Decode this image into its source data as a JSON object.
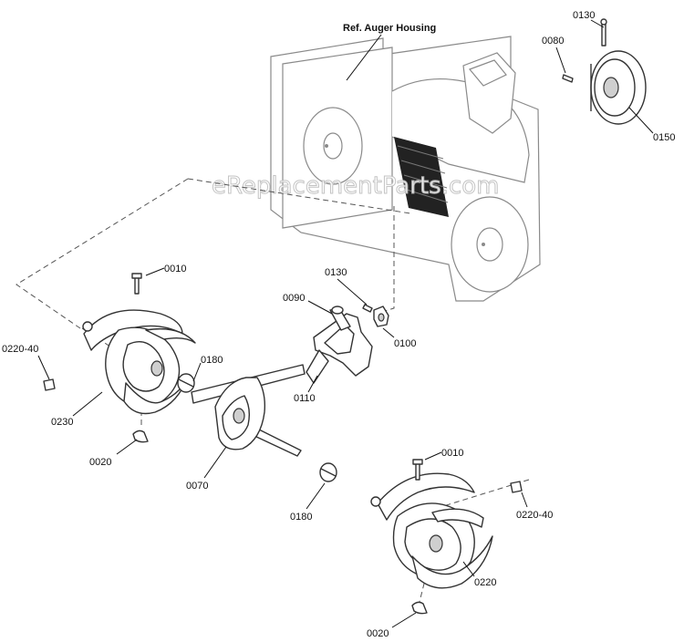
{
  "reference": {
    "label": "Ref. Auger Housing"
  },
  "watermark": "eReplacementParts.com",
  "labels": {
    "p0130_top": "0130",
    "p0080": "0080",
    "p0150": "0150",
    "p0010_left": "0010",
    "p0220_40_left": "0220-40",
    "p0180_left": "0180",
    "p0230": "0230",
    "p0020_left": "0020",
    "p0070": "0070",
    "p0130_mid": "0130",
    "p0090": "0090",
    "p0100": "0100",
    "p0110": "0110",
    "p0010_right": "0010",
    "p0220_40_right": "0220-40",
    "p0180_right": "0180",
    "p0220": "0220",
    "p0020_right": "0020"
  }
}
